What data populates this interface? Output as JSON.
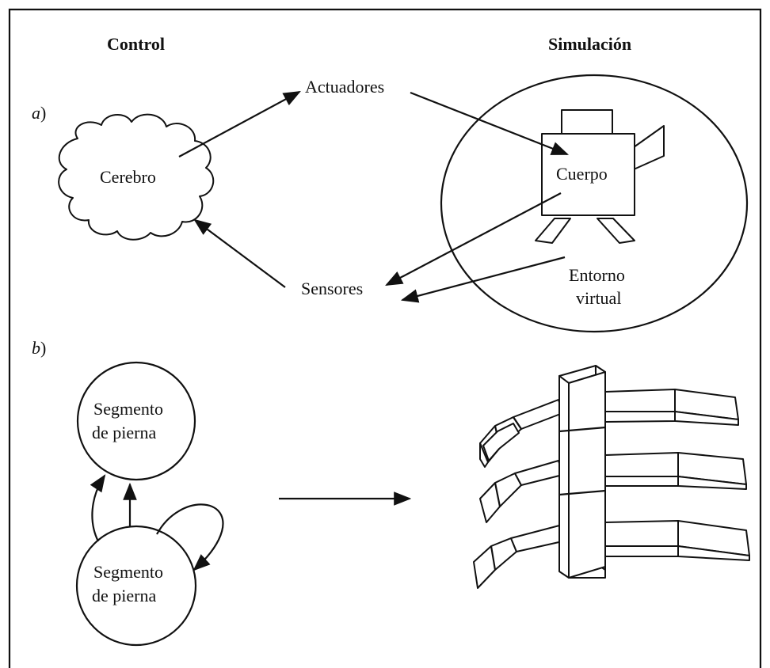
{
  "headers": {
    "control": "Control",
    "simulation": "Simulación"
  },
  "panel_a": {
    "letter": "a",
    "paren": ")",
    "brain": "Cerebro",
    "actuators": "Actuadores",
    "sensors": "Sensores",
    "body": "Cuerpo",
    "environment_line1": "Entorno",
    "environment_line2": "virtual"
  },
  "panel_b": {
    "letter": "b",
    "paren": ")",
    "top_node_line1": "Segmento",
    "top_node_line2": "de pierna",
    "bottom_node_line1": "Segmento",
    "bottom_node_line2": "de pierna"
  }
}
